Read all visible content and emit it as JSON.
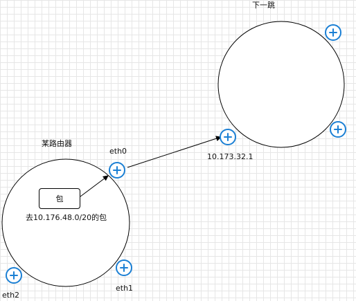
{
  "router": {
    "title": "某路由器",
    "packet_label": "包",
    "destination": "去10.176.48.0/20的包",
    "ports": {
      "eth0": "eth0",
      "eth1": "eth1",
      "eth2": "eth2"
    }
  },
  "next_hop": {
    "title": "下一跳",
    "ip": "10.173.32.1"
  },
  "colors": {
    "port_accent": "#1a7fd4",
    "outline": "#000000",
    "grid": "#e6e6e6"
  }
}
